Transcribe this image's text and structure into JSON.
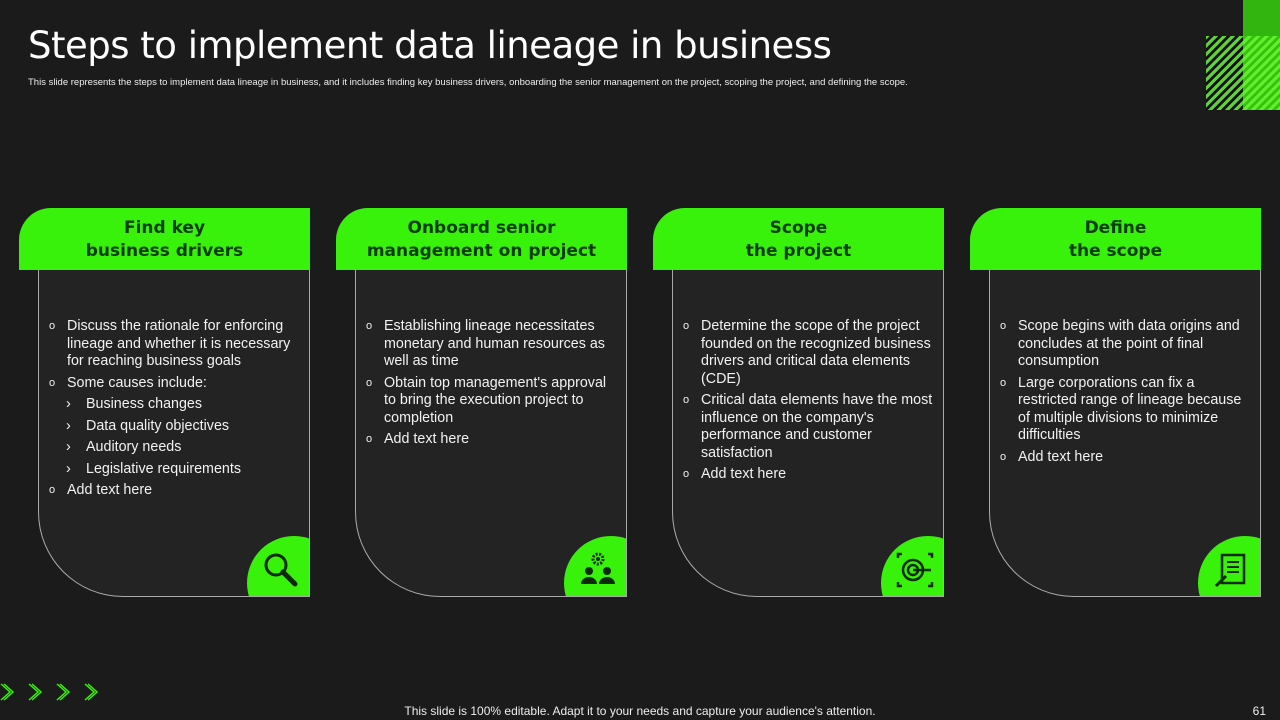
{
  "title": "Steps to implement data lineage in business",
  "subtitle": "This slide represents the steps to implement  data lineage in business, and it includes finding key business drivers, onboarding the senior management  on the project, scoping the project, and defining the scope.",
  "cards": [
    {
      "title1": "Find key",
      "title2": "business drivers",
      "icon": "magnifier-icon",
      "items": [
        "Discuss the rationale for enforcing lineage and whether it is necessary for reaching business goals",
        "Some causes include:"
      ],
      "subitems": [
        "Business changes",
        "Data quality objectives",
        "Auditory needs",
        "Legislative requirements"
      ],
      "last": "Add text here"
    },
    {
      "title1": "Onboard senior",
      "title2": "management on project",
      "icon": "team-gear-icon",
      "items": [
        "Establishing lineage necessitates monetary and human resources as well as time",
        "Obtain top management's approval to bring the execution project to completion",
        "Add text here"
      ]
    },
    {
      "title1": "Scope",
      "title2": "the project",
      "icon": "target-icon",
      "items": [
        "Determine the scope of the project founded on the recognized business drivers and critical data elements (CDE)",
        "Critical data elements have the most influence on the company's performance and customer satisfaction",
        "Add text here"
      ]
    },
    {
      "title1": "Define",
      "title2": "the scope",
      "icon": "document-pen-icon",
      "items": [
        "Scope begins with data origins and concludes at the point of final consumption",
        "Large corporations can fix a restricted range of lineage because of multiple divisions to minimize difficulties",
        "Add text here"
      ]
    }
  ],
  "footer": "This slide is 100% editable. Adapt it to your needs and capture your audience's attention.",
  "page_number": "61",
  "colors": {
    "accent": "#39f20c",
    "background": "#1b1b1b",
    "card": "#232323"
  }
}
